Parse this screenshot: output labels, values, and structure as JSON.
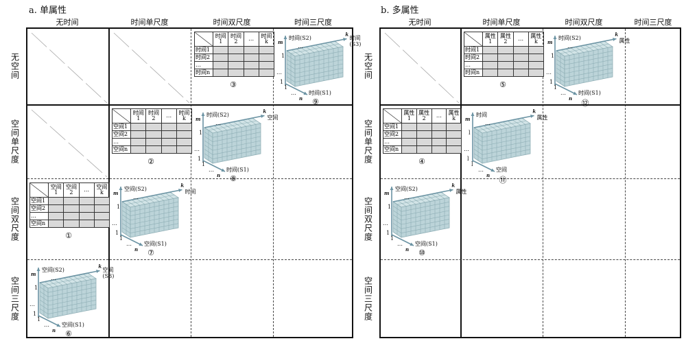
{
  "colors": {
    "box_fill": "#bcd4d9",
    "box_top": "#d2e4e7",
    "box_grid": "#8eaeb5",
    "axis": "#6b93a3",
    "cell_fill": "#d9d9d9"
  },
  "panels": [
    {
      "title": "a. 单属性",
      "col_headers": [
        "无时间",
        "时间单尺度",
        "时间双尺度",
        "时间三尺度"
      ],
      "row_headers": [
        "无空间",
        "空间单尺度",
        "空间双尺度",
        "空间三尺度"
      ],
      "cells": [
        {
          "row": 0,
          "col": 0,
          "type": "diagonal"
        },
        {
          "row": 0,
          "col": 1,
          "type": "diagonal"
        },
        {
          "row": 1,
          "col": 0,
          "type": "diagonal"
        },
        {
          "row": 0,
          "col": 2,
          "type": "table",
          "number": "③",
          "col_labels": [
            "时间\n1",
            "时间\n2",
            "…",
            "时间\nk"
          ],
          "row_labels": [
            "时间1",
            "时间2",
            "…",
            "时间n"
          ]
        },
        {
          "row": 1,
          "col": 1,
          "type": "table",
          "number": "②",
          "col_labels": [
            "时间\n1",
            "时间\n2",
            "…",
            "时间\nk"
          ],
          "row_labels": [
            "空间1",
            "空间2",
            "…",
            "空间n"
          ]
        },
        {
          "row": 2,
          "col": 0,
          "type": "table",
          "number": "①",
          "col_labels": [
            "空间\n1",
            "空间\n2",
            "…",
            "空间\nk"
          ],
          "row_labels": [
            "空间1",
            "空间2",
            "…",
            "空间n"
          ]
        },
        {
          "row": 0,
          "col": 3,
          "type": "cube",
          "number": "⑨",
          "top_label": "时间(S2)",
          "k_label": "时间\n(S3)",
          "n_label": "时间(S1)",
          "m_sym": "m",
          "k_sym": "k",
          "n_sym": "n",
          "one": "1",
          "dots": "…"
        },
        {
          "row": 1,
          "col": 2,
          "type": "cube",
          "number": "⑧",
          "top_label": "时间(S2)",
          "k_label": "空间",
          "n_label": "时间(S1)",
          "m_sym": "m",
          "k_sym": "k",
          "n_sym": "n",
          "one": "1",
          "dots": "…"
        },
        {
          "row": 2,
          "col": 1,
          "type": "cube",
          "number": "⑦",
          "top_label": "空间(S2)",
          "k_label": "时间",
          "n_label": "空间(S1)",
          "m_sym": "m",
          "k_sym": "k",
          "n_sym": "n",
          "one": "1",
          "dots": "…"
        },
        {
          "row": 3,
          "col": 0,
          "type": "cube",
          "number": "⑥",
          "top_label": "空间(S2)",
          "k_label": "空间\n(S3)",
          "n_label": "空间(S1)",
          "m_sym": "m",
          "k_sym": "k",
          "n_sym": "n",
          "one": "1",
          "dots": "…"
        }
      ]
    },
    {
      "title": "b. 多属性",
      "col_headers": [
        "无时间",
        "时间单尺度",
        "时间双尺度",
        "时间三尺度"
      ],
      "row_headers": [
        "无空间",
        "空间单尺度",
        "空间双尺度",
        "空间三尺度"
      ],
      "cells": [
        {
          "row": 0,
          "col": 0,
          "type": "diagonal"
        },
        {
          "row": 0,
          "col": 1,
          "type": "table",
          "number": "⑤",
          "col_labels": [
            "属性\n1",
            "属性\n2",
            "…",
            "属性\nk"
          ],
          "row_labels": [
            "时间1",
            "时间2",
            "…",
            "时间n"
          ]
        },
        {
          "row": 1,
          "col": 0,
          "type": "table",
          "number": "④",
          "col_labels": [
            "属性\n1",
            "属性\n2",
            "…",
            "属性\nk"
          ],
          "row_labels": [
            "空间1",
            "空间2",
            "…",
            "空间n"
          ]
        },
        {
          "row": 0,
          "col": 2,
          "type": "cube",
          "number": "⑫",
          "top_label": "时间(S2)",
          "k_label": "属性",
          "n_label": "时间(S1)",
          "m_sym": "m",
          "k_sym": "k",
          "n_sym": "n",
          "one": "1",
          "dots": "…"
        },
        {
          "row": 1,
          "col": 1,
          "type": "cube",
          "number": "⑪",
          "top_label": "时间",
          "k_label": "属性",
          "n_label": "空间",
          "m_sym": "m",
          "k_sym": "k",
          "n_sym": "n",
          "one": "l",
          "dots": "…"
        },
        {
          "row": 2,
          "col": 0,
          "type": "cube",
          "number": "⑩",
          "top_label": "空间(S2)",
          "k_label": "属性",
          "n_label": "空间(S1)",
          "m_sym": "m",
          "k_sym": "k",
          "n_sym": "n",
          "one": "1",
          "dots": "…"
        }
      ]
    }
  ]
}
